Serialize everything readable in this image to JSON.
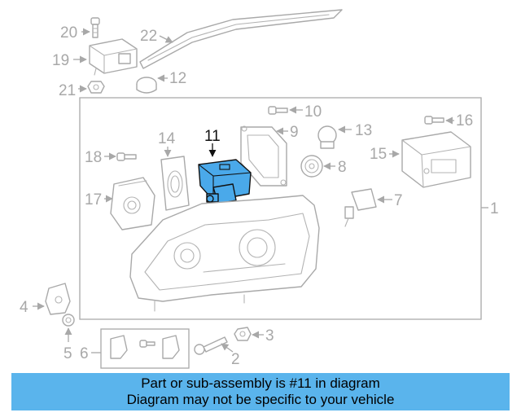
{
  "callouts": {
    "c1": "1",
    "c2": "2",
    "c3": "3",
    "c4": "4",
    "c5": "5",
    "c6": "6",
    "c7": "7",
    "c8": "8",
    "c9": "9",
    "c10": "10",
    "c11": "11",
    "c12": "12",
    "c13": "13",
    "c14": "14",
    "c15": "15",
    "c16": "16",
    "c17": "17",
    "c18": "18",
    "c19": "19",
    "c20": "20",
    "c21": "21",
    "c22": "22"
  },
  "highlighted_part": "11",
  "colors": {
    "highlight_fill": "#4aa9ea",
    "banner_bg": "#5ab4ec",
    "line_gray": "#a8a8a8"
  },
  "banner": {
    "line1": "Part or sub-assembly is #11 in diagram",
    "line2": "Diagram may not be specific to your vehicle"
  }
}
